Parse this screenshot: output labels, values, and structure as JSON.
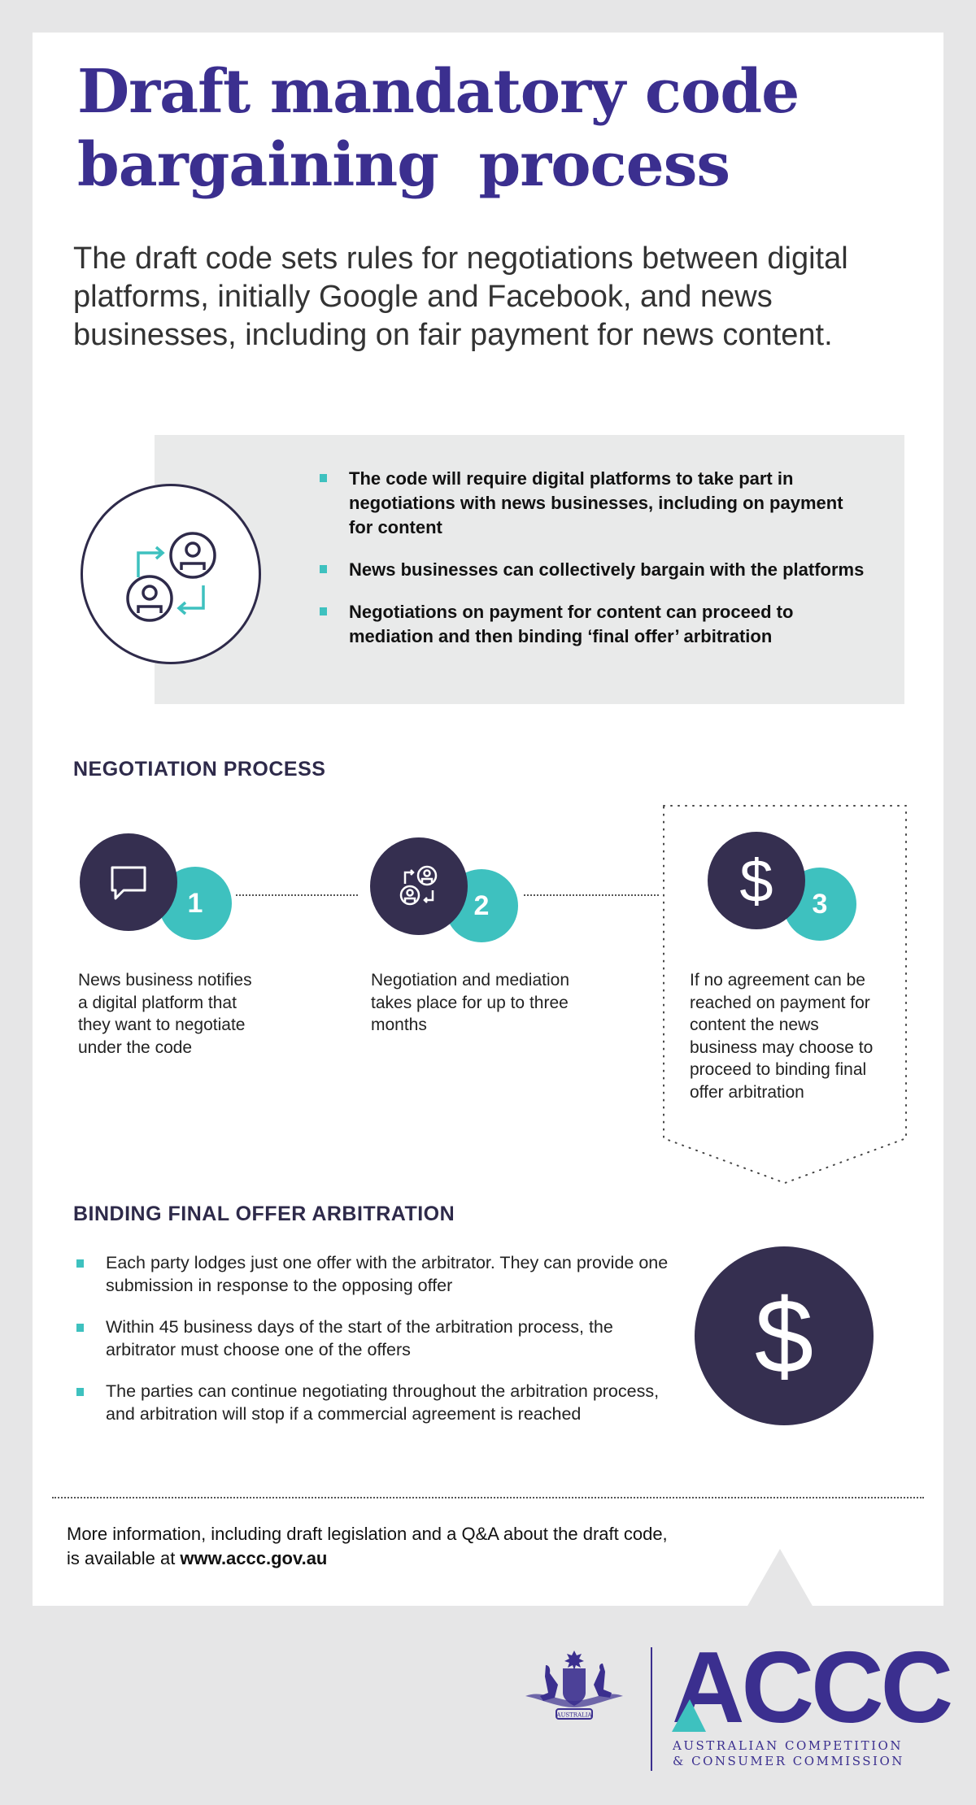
{
  "title": {
    "line1": "Draft mandatory code",
    "line2": "bargaining  process"
  },
  "intro": "The draft code sets rules for negotiations between digital platforms, initially Google and Facebook, and news businesses, including on fair payment for news content.",
  "summary": {
    "icon": "people-exchange-icon",
    "bullets": [
      "The code will require digital platforms to take part in negotiations with news businesses, including on payment for content",
      "News businesses can collectively bargain with the platforms",
      "Negotiations on payment for content can proceed to mediation and then binding ‘final offer’ arbitration"
    ]
  },
  "negotiation": {
    "heading": "NEGOTIATION PROCESS",
    "steps": [
      {
        "number": "1",
        "icon": "speech-bubble-icon",
        "text": "News business notifies a digital platform that they want to negotiate under the code"
      },
      {
        "number": "2",
        "icon": "people-exchange-icon",
        "text": "Negotiation and mediation takes place for up to three months"
      },
      {
        "number": "3",
        "icon": "dollar-icon",
        "symbol": "$",
        "text": "If no agreement can be reached on payment for content the news business may choose to proceed to binding final offer arbitration"
      }
    ]
  },
  "arbitration": {
    "heading": "BINDING FINAL OFFER ARBITRATION",
    "symbol": "$",
    "bullets": [
      "Each party lodges just one offer with the arbitrator. They can provide one submission in response to the opposing offer",
      "Within 45 business days of the start of the arbitration process, the arbitrator must choose one of the offers",
      "The parties can continue negotiating throughout the arbitration process, and arbitration will stop if a commercial agreement is reached"
    ]
  },
  "footer": {
    "text": "More information, including draft legislation and a Q&A about the draft code, is available at ",
    "link": "www.accc.gov.au"
  },
  "logo": {
    "coat_of_arms_text": "AUSTRALIA",
    "acronym": "ACCC",
    "line1": "AUSTRALIAN COMPETITION",
    "line2": "& CONSUMER COMMISSION"
  },
  "colors": {
    "purple": "#3b2f8f",
    "navy": "#352f50",
    "teal": "#3ec1bf",
    "gray": "#e6e6e7"
  }
}
